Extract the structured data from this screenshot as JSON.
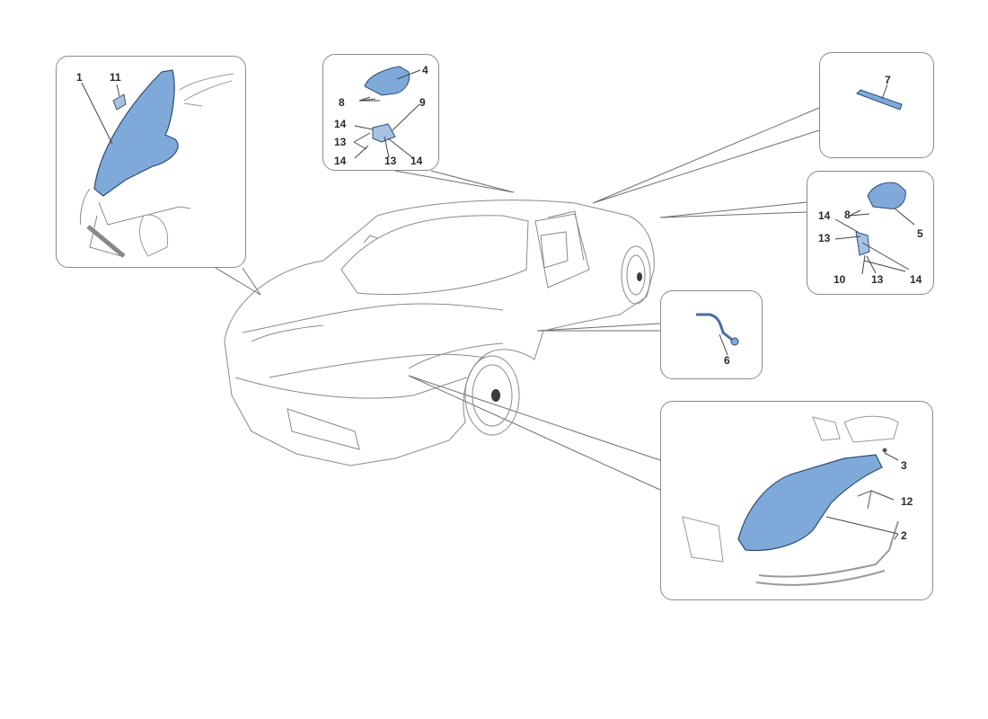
{
  "diagram": {
    "type": "exploded parts diagram",
    "subject": "vehicle lighting components",
    "accent_color": "#7fa9d8",
    "line_color": "#6e6e6e",
    "callouts": [
      {
        "id": "box-top-left",
        "labels": [
          "1",
          "11"
        ],
        "parts": [
          "rear lamp assembly (1)",
          "bracket (11)"
        ]
      },
      {
        "id": "box-top-center",
        "labels": [
          "4",
          "8",
          "9",
          "14",
          "13",
          "14",
          "13",
          "14"
        ],
        "parts": [
          "lamp (4)",
          "screws (8)",
          "bracket (9)",
          "nuts (13)",
          "screws (14)"
        ]
      },
      {
        "id": "box-top-right",
        "labels": [
          "7"
        ],
        "parts": [
          "third brake light (7)"
        ]
      },
      {
        "id": "box-right-mid",
        "labels": [
          "8",
          "14",
          "5",
          "13",
          "10",
          "13",
          "14"
        ],
        "parts": [
          "lamp (5)",
          "screws (8)",
          "bracket (10)",
          "nuts (13)",
          "screws (14)"
        ]
      },
      {
        "id": "box-right-small",
        "labels": [
          "6"
        ],
        "parts": [
          "wiring lead (6)"
        ]
      },
      {
        "id": "box-bottom-right",
        "labels": [
          "3",
          "12",
          "2"
        ],
        "parts": [
          "screw (3)",
          "adjuster (12)",
          "headlamp assembly (2)"
        ]
      }
    ]
  },
  "labels": {
    "l1": "1",
    "l11": "11",
    "l4": "4",
    "l8a": "8",
    "l9": "9",
    "l14a": "14",
    "l13a": "13",
    "l14b": "14",
    "l13b": "13",
    "l14c": "14",
    "l7": "7",
    "l8b": "8",
    "l14d": "14",
    "l5": "5",
    "l13c": "13",
    "l10": "10",
    "l13d": "13",
    "l14e": "14",
    "l6": "6",
    "l3": "3",
    "l12": "12",
    "l2": "2"
  }
}
